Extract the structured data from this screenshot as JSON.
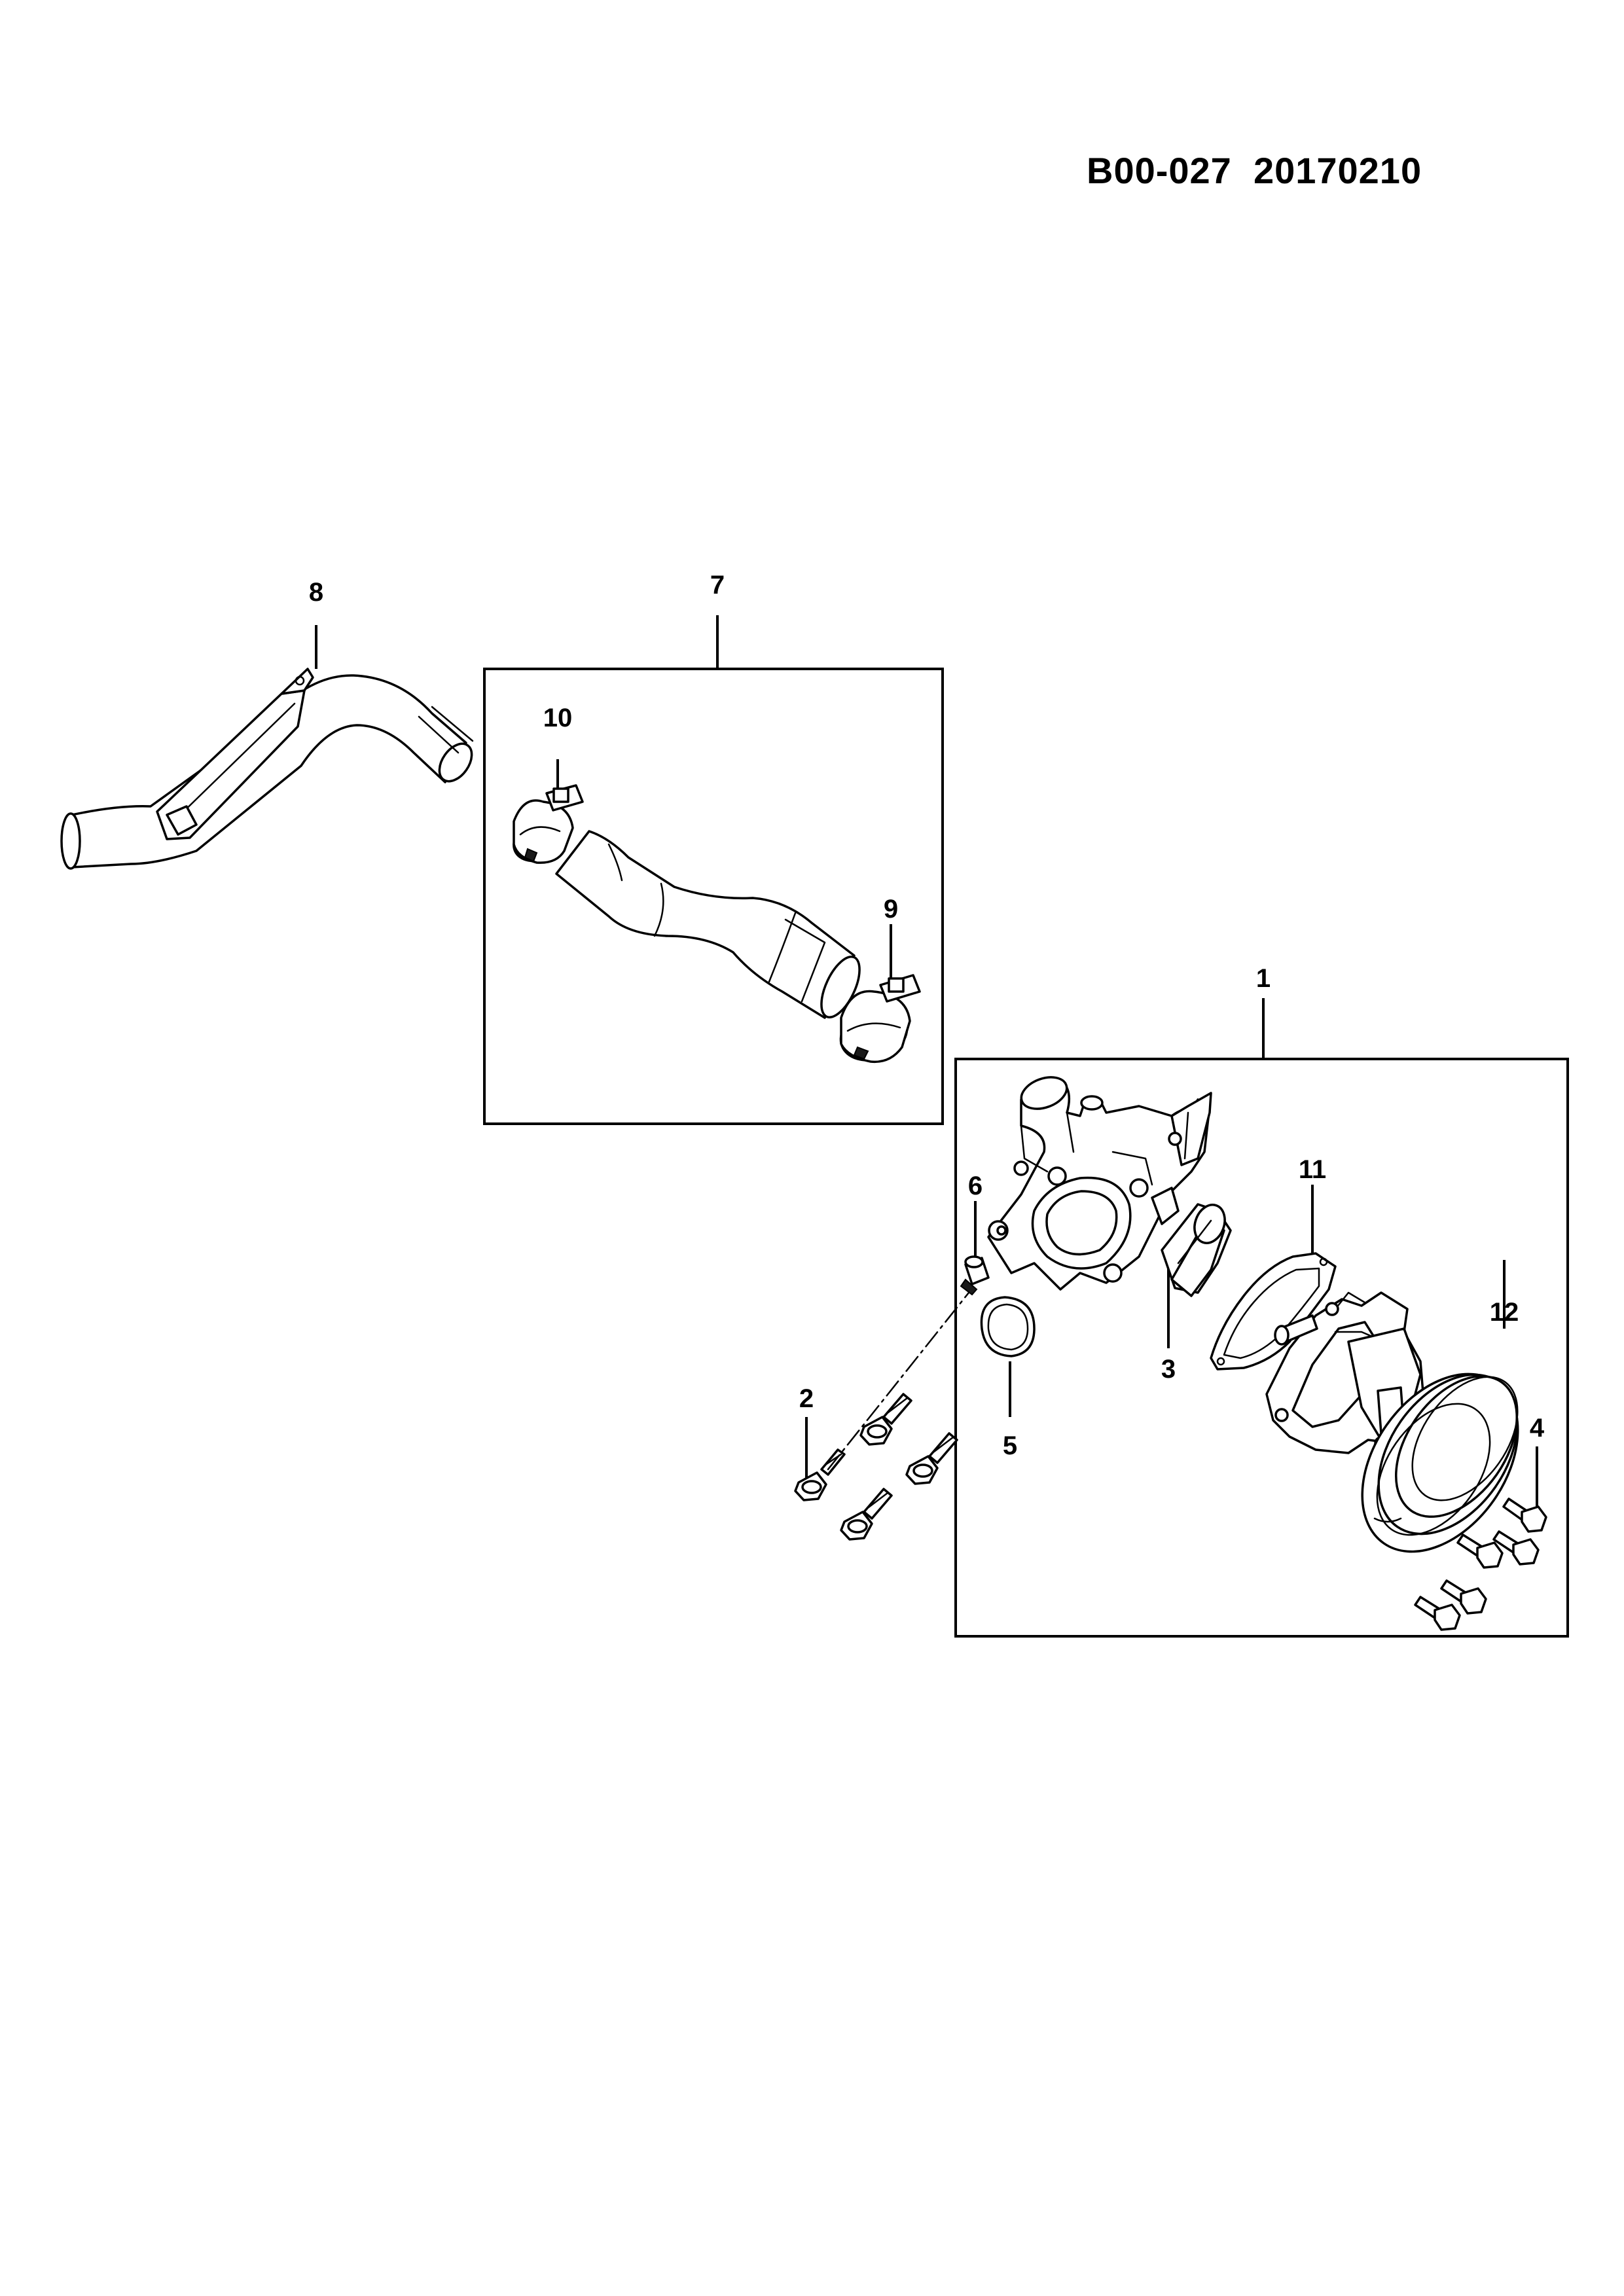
{
  "header": {
    "drawing_code": "B00-027",
    "date_code": "20170210"
  },
  "callouts": [
    {
      "id": "1",
      "label": "1"
    },
    {
      "id": "2",
      "label": "2"
    },
    {
      "id": "3",
      "label": "3"
    },
    {
      "id": "4",
      "label": "4"
    },
    {
      "id": "5",
      "label": "5"
    },
    {
      "id": "6",
      "label": "6"
    },
    {
      "id": "7",
      "label": "7"
    },
    {
      "id": "8",
      "label": "8"
    },
    {
      "id": "9",
      "label": "9"
    },
    {
      "id": "10",
      "label": "10"
    },
    {
      "id": "11",
      "label": "11"
    },
    {
      "id": "12",
      "label": "12"
    }
  ]
}
